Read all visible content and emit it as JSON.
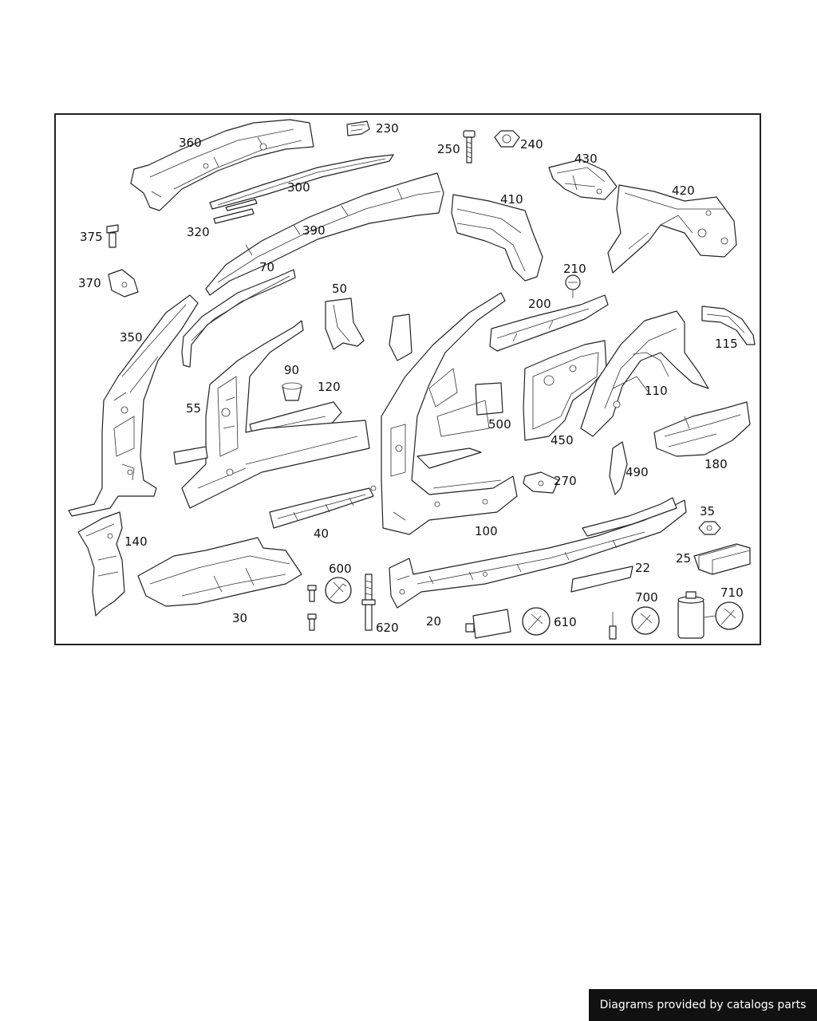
{
  "diagram": {
    "callouts": [
      "360",
      "230",
      "250",
      "240",
      "430",
      "420",
      "300",
      "410",
      "375",
      "320",
      "390",
      "370",
      "70",
      "50",
      "210",
      "200",
      "350",
      "115",
      "90",
      "120",
      "55",
      "500",
      "110",
      "450",
      "180",
      "490",
      "270",
      "35",
      "140",
      "40",
      "100",
      "25",
      "22",
      "600",
      "700",
      "710",
      "30",
      "620",
      "20",
      "610"
    ]
  },
  "footer": {
    "text": "Diagrams provided by catalogs parts"
  }
}
